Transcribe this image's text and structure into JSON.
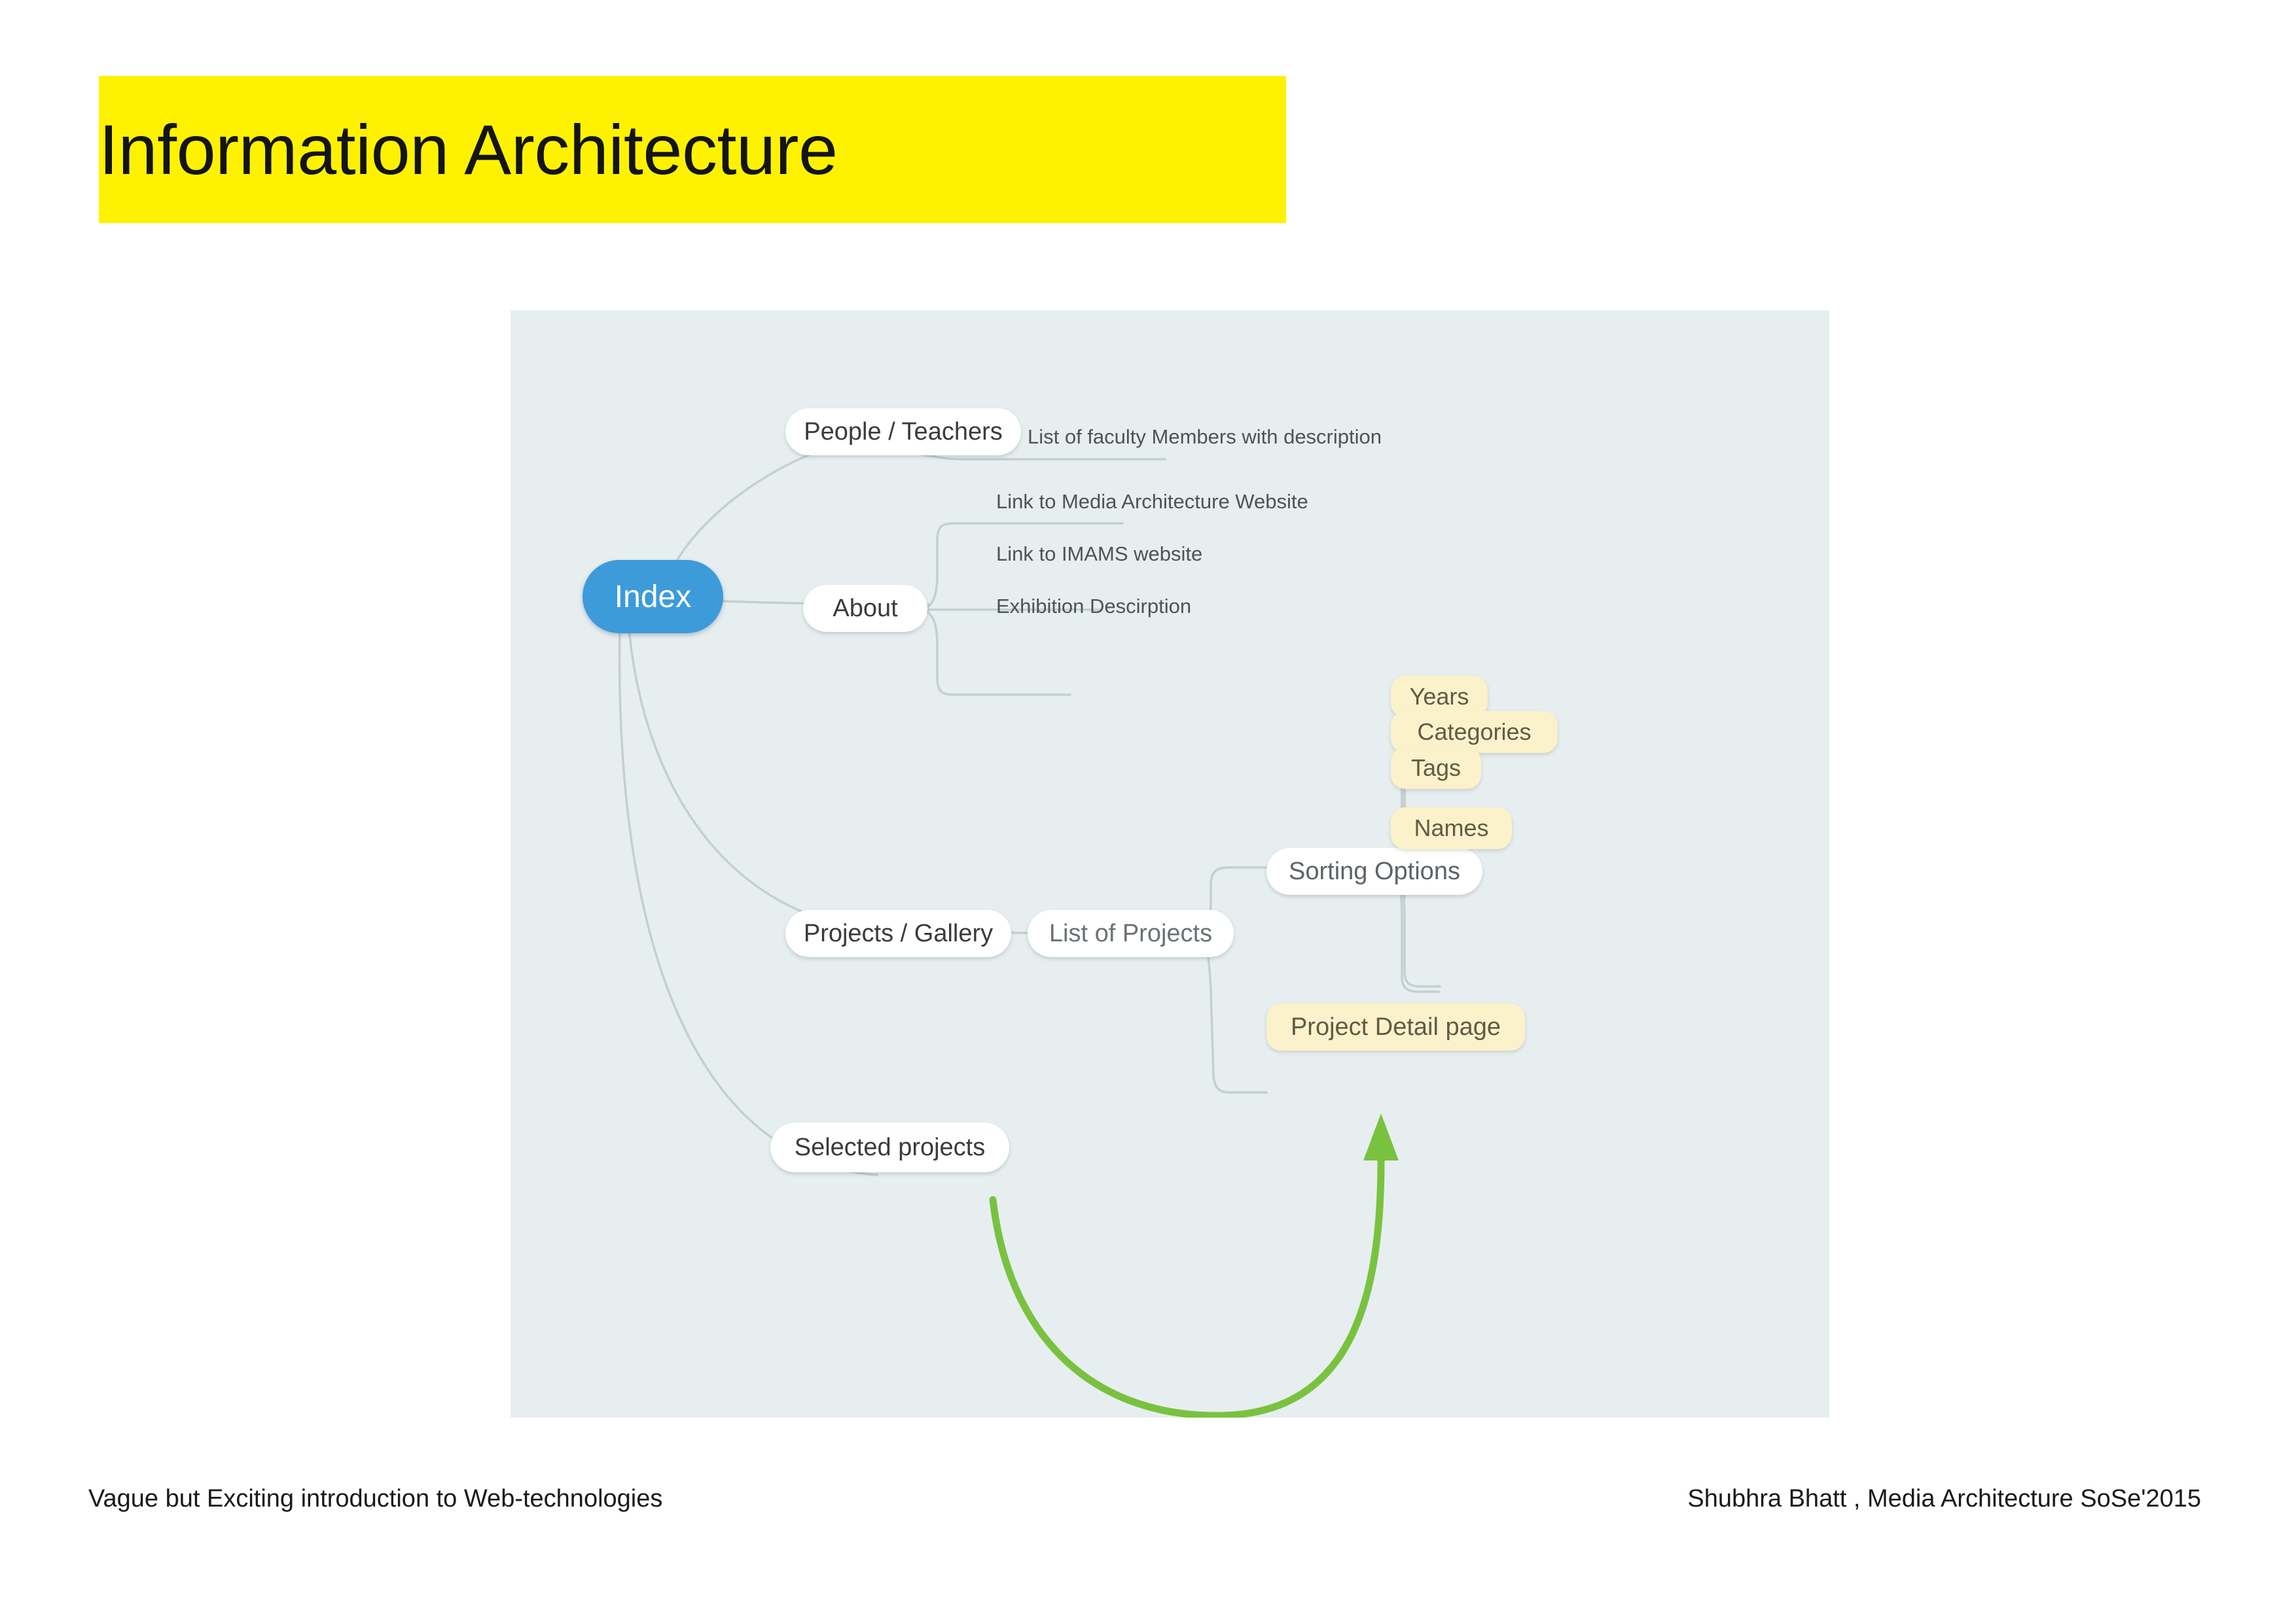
{
  "slide": {
    "title": "Information Architecture",
    "title_bg_color": "#fff200",
    "canvas_bg_color": "#e7eef0"
  },
  "footer": {
    "left": "Vague but Exciting introduction to Web-technologies",
    "right": "Shubhra Bhatt , Media Architecture SoSe'2015"
  },
  "diagram": {
    "type": "mindmap",
    "root": {
      "label": "Index",
      "style": "blue-pill",
      "color": "#3d9bd9"
    },
    "nodes": {
      "people_teachers": "People / Teachers",
      "people_teachers_desc": "List of faculty Members with description",
      "about": "About",
      "about_link_1": "Link to Media Architecture Website",
      "about_link_2": "Link to IMAMS website",
      "about_link_3": "Exhibition Descirption",
      "projects_gallery": "Projects / Gallery",
      "list_of_projects": "List of Projects",
      "sorting_options": "Sorting Options",
      "sort_years": "Years",
      "sort_categories": "Categories",
      "sort_tags": "Tags",
      "sort_names": "Names",
      "project_detail_page": "Project Detail page",
      "selected_projects": "Selected projects"
    },
    "colors": {
      "white_pill": "#ffffff",
      "yellow_pill": "#fbf2cb",
      "connector": "#c2ccd0",
      "green_arrow": "#79c23f"
    },
    "edges": [
      "Index -> People / Teachers",
      "Index -> About",
      "Index -> Projects / Gallery",
      "Index -> Selected projects",
      "People / Teachers -> List of faculty Members with description",
      "About -> Link to Media Architecture Website",
      "About -> Link to IMAMS website",
      "About -> Exhibition Descirption",
      "Projects / Gallery -> List of Projects",
      "List of Projects -> Sorting Options",
      "List of Projects -> Project Detail page",
      "Sorting Options -> Years",
      "Sorting Options -> Categories",
      "Sorting Options -> Tags",
      "Sorting Options -> Names",
      "Selected projects -> Project Detail page (green)"
    ]
  }
}
